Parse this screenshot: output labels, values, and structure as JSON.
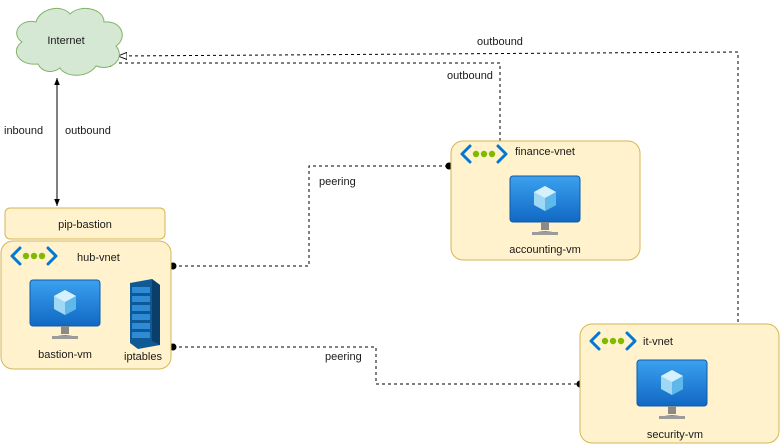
{
  "nodes": {
    "internet": {
      "label": "Internet",
      "icon": "cloud-icon"
    },
    "pip_bastion": {
      "label": "pip-bastion"
    },
    "hub_vnet": {
      "label": "hub-vnet",
      "icon": "vnet-icon"
    },
    "bastion_vm": {
      "label": "bastion-vm",
      "icon": "vm-monitor-icon"
    },
    "iptables": {
      "label": "iptables",
      "icon": "firewall-icon"
    },
    "finance_vnet": {
      "label": "finance-vnet",
      "icon": "vnet-icon"
    },
    "accounting_vm": {
      "label": "accounting-vm",
      "icon": "vm-monitor-icon"
    },
    "it_vnet": {
      "label": "it-vnet",
      "icon": "vnet-icon"
    },
    "security_vm": {
      "label": "security-vm",
      "icon": "vm-monitor-icon"
    }
  },
  "edges": {
    "internet_inbound": "inbound",
    "internet_outbound": "outbound",
    "finance_outbound": "outbound",
    "it_outbound": "outbound",
    "finance_peering": "peering",
    "it_peering": "peering"
  },
  "colors": {
    "box_fill": "#fff2cc",
    "box_stroke": "#d6b656",
    "cloud_fill": "#d5e8d4",
    "cloud_stroke": "#82b366",
    "vnet_green": "#7fba00",
    "vnet_blue": "#0078d4",
    "vm_blue": "#1d8ee6"
  }
}
